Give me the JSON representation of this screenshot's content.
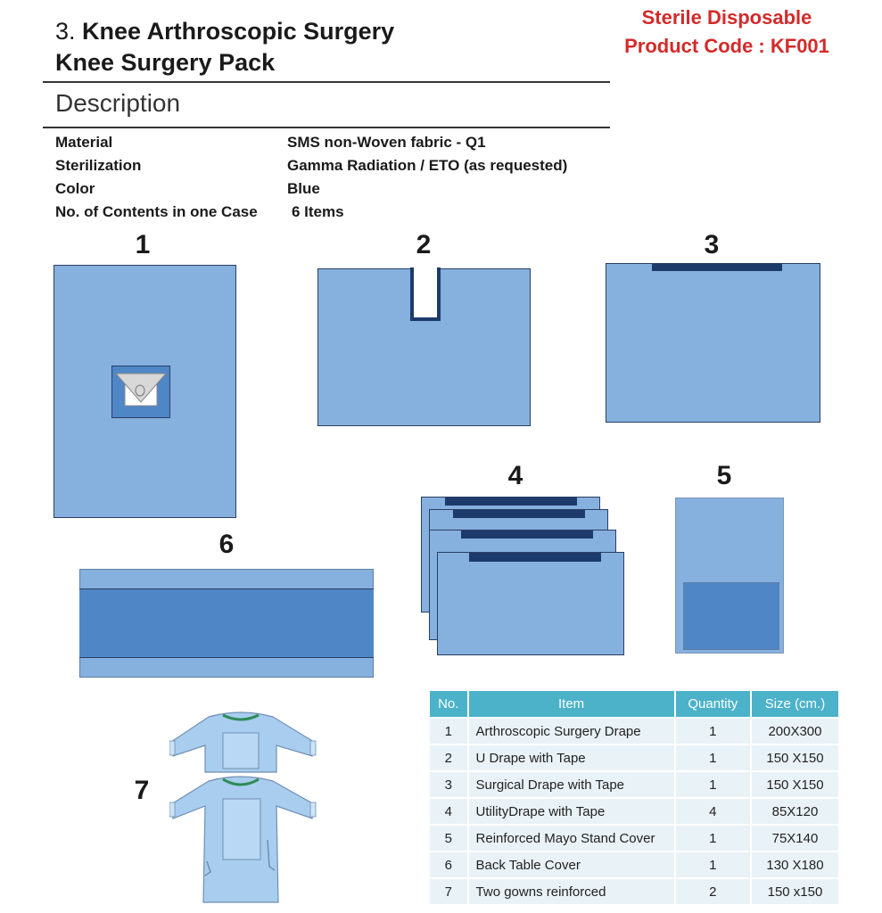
{
  "header": {
    "number": "3.",
    "title_line1": "Knee Arthroscopic Surgery",
    "title_line2": "Knee Surgery Pack",
    "sterile_label": "Sterile Disposable",
    "product_code": "Product Code : KF001"
  },
  "description": {
    "heading": "Description",
    "specs": [
      {
        "label": "Material",
        "value": "SMS non-Woven fabric - Q1"
      },
      {
        "label": "Sterilization",
        "value": "Gamma Radiation / ETO (as requested)"
      },
      {
        "label": "Color",
        "value": "Blue"
      },
      {
        "label": "No. of Contents in one Case",
        "value": "6 Items"
      }
    ]
  },
  "figures": {
    "labels": [
      "1",
      "2",
      "3",
      "4",
      "5",
      "6",
      "7"
    ]
  },
  "colors": {
    "drape": "#86b0de",
    "drape_dark": "#4f86c6",
    "tape": "#1c3b6b",
    "table_header": "#4bb2c9",
    "table_row": "#e9f2f7",
    "accent_red": "#d42a2a"
  },
  "table": {
    "headers": [
      "No.",
      "Item",
      "Quantity",
      "Size (cm.)"
    ],
    "rows": [
      [
        "1",
        "Arthroscopic Surgery Drape",
        "1",
        "200X300"
      ],
      [
        "2",
        "U Drape with Tape",
        "1",
        "150 X150"
      ],
      [
        "3",
        "Surgical Drape with Tape",
        "1",
        "150 X150"
      ],
      [
        "4",
        "UtilityDrape with Tape",
        "4",
        "85X120"
      ],
      [
        "5",
        "Reinforced Mayo Stand Cover",
        "1",
        "75X140"
      ],
      [
        "6",
        "Back Table Cover",
        "1",
        "130 X180"
      ],
      [
        "7",
        "Two gowns reinforced",
        "2",
        "150 x150"
      ]
    ]
  }
}
